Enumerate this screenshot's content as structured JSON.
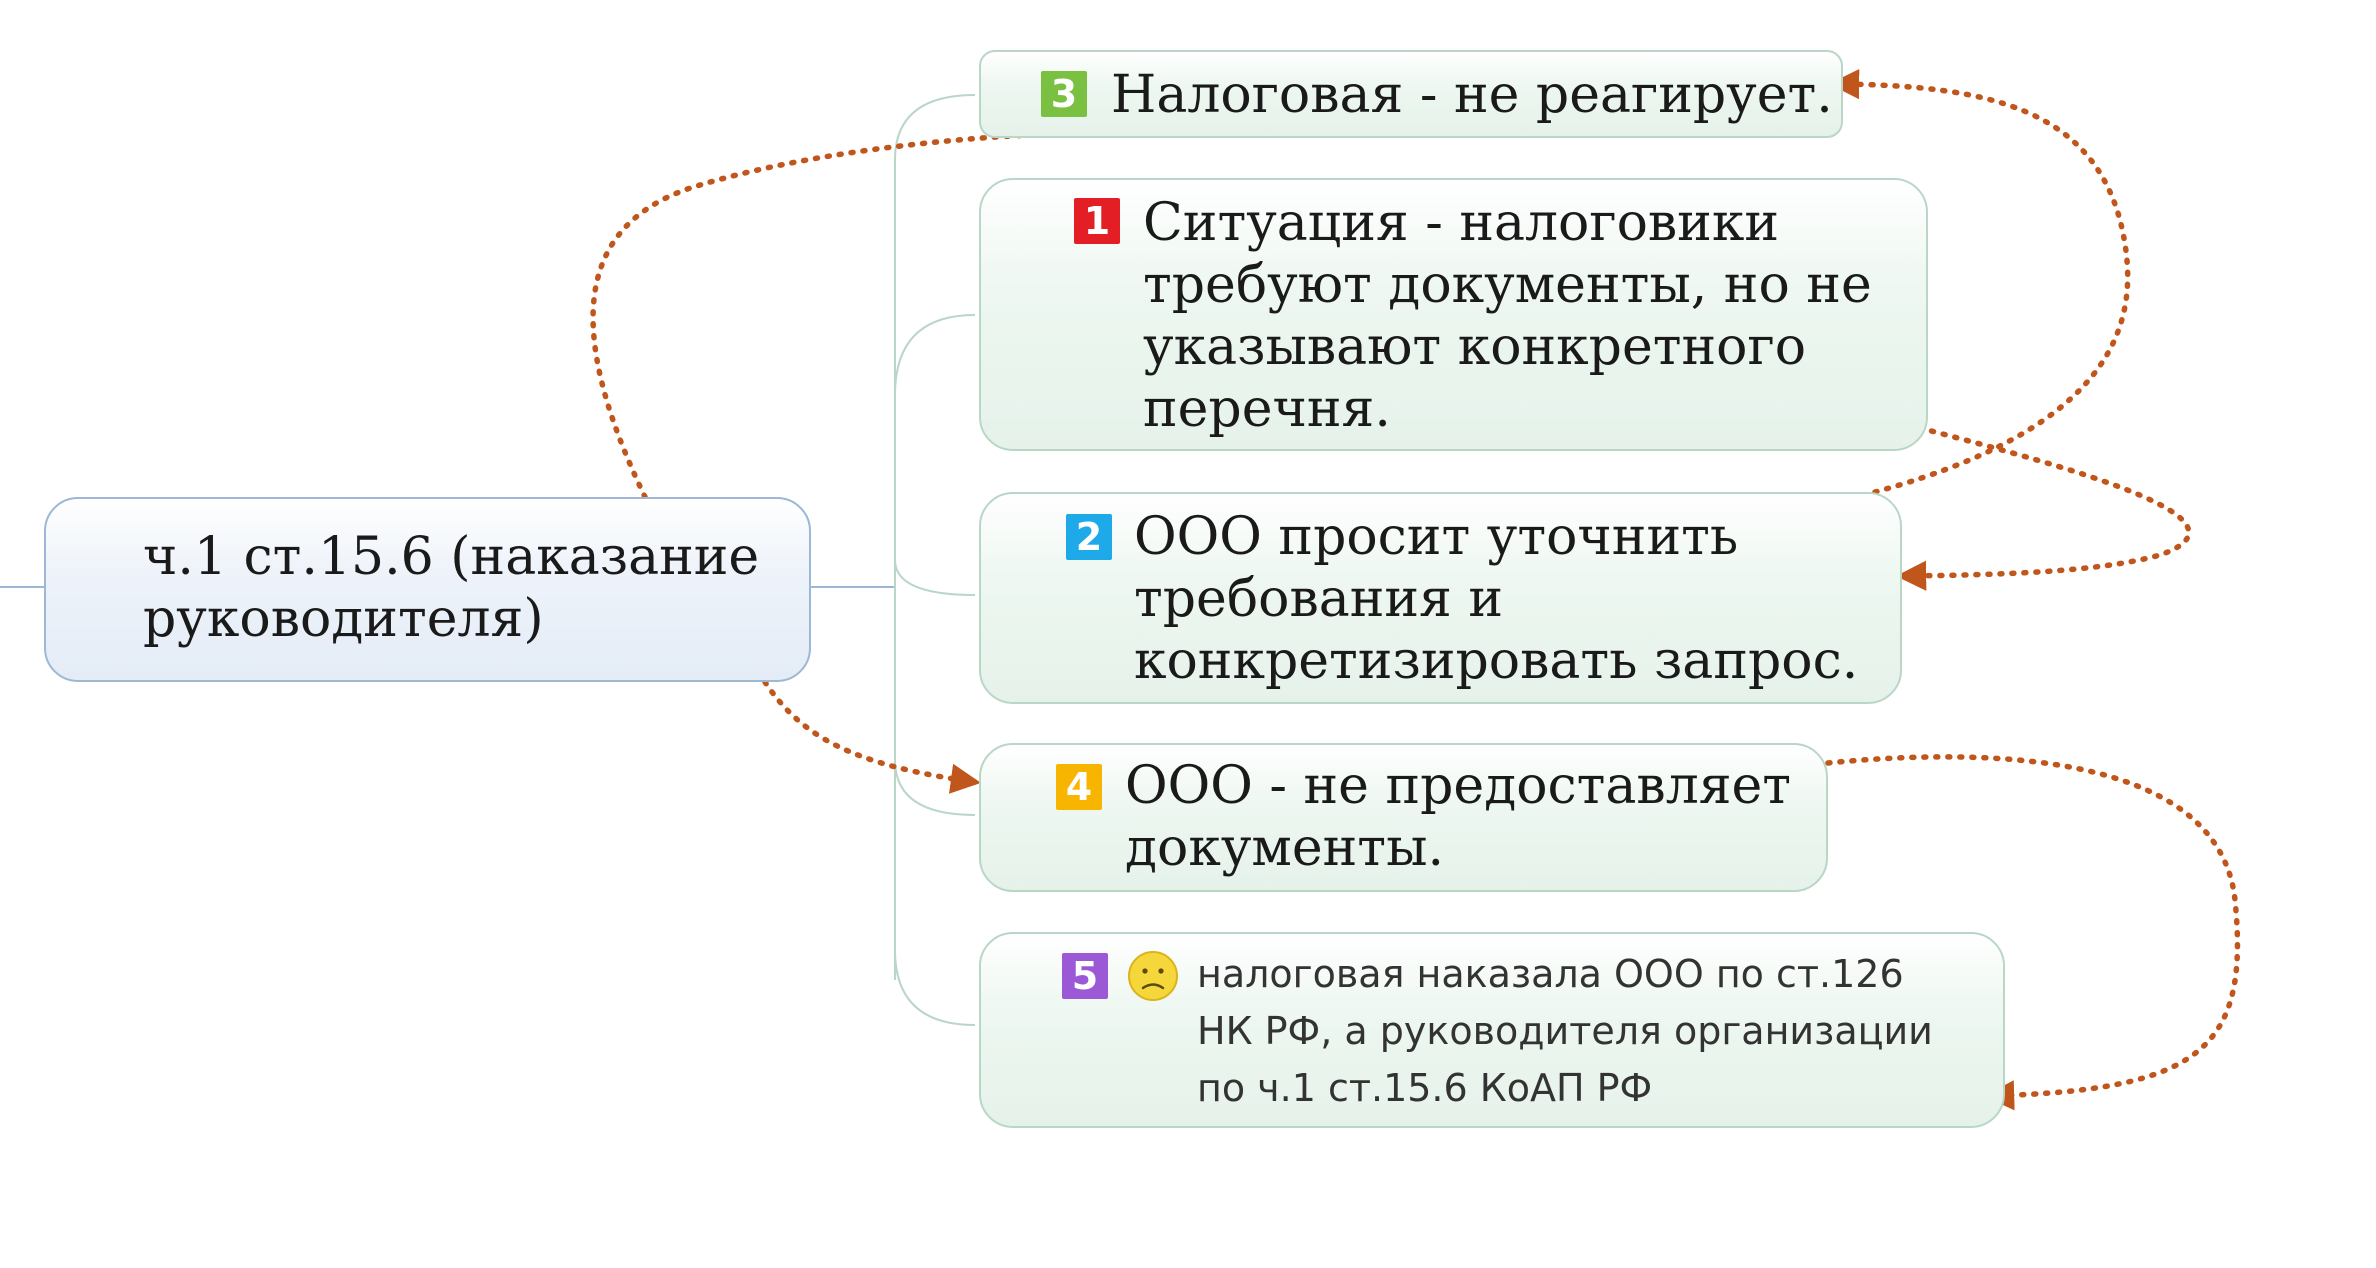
{
  "central": {
    "label": "ч.1 ст.15.6 (наказание\nруководителя)"
  },
  "topics": [
    {
      "priority": "3",
      "label": "Налоговая - не реагирует.",
      "badge_color": "#7ac142"
    },
    {
      "priority": "1",
      "label": "Ситуация - налоговики\nтребуют документы, но не\nуказывают конкретного\nперечня.",
      "badge_color": "#e31e24"
    },
    {
      "priority": "2",
      "label": "ООО просит уточнить\nтребования и\nконкретизировать запрос.",
      "badge_color": "#1ea9e8"
    },
    {
      "priority": "4",
      "label": "ООО - не предоставляет\nдокументы.",
      "badge_color": "#f7b500"
    },
    {
      "priority": "5",
      "label": "налоговая наказала ООО по ст.126\nНК РФ, а руководителя организации\nпо ч.1 ст.15.6 КоАП РФ",
      "badge_color": "#9b59d6",
      "icon": "sad-face-icon"
    }
  ],
  "colors": {
    "relationship": "#c0561b",
    "branch": "#b9d6c6",
    "central_border": "#9cb8d4",
    "smiley": "#f5d63b"
  }
}
